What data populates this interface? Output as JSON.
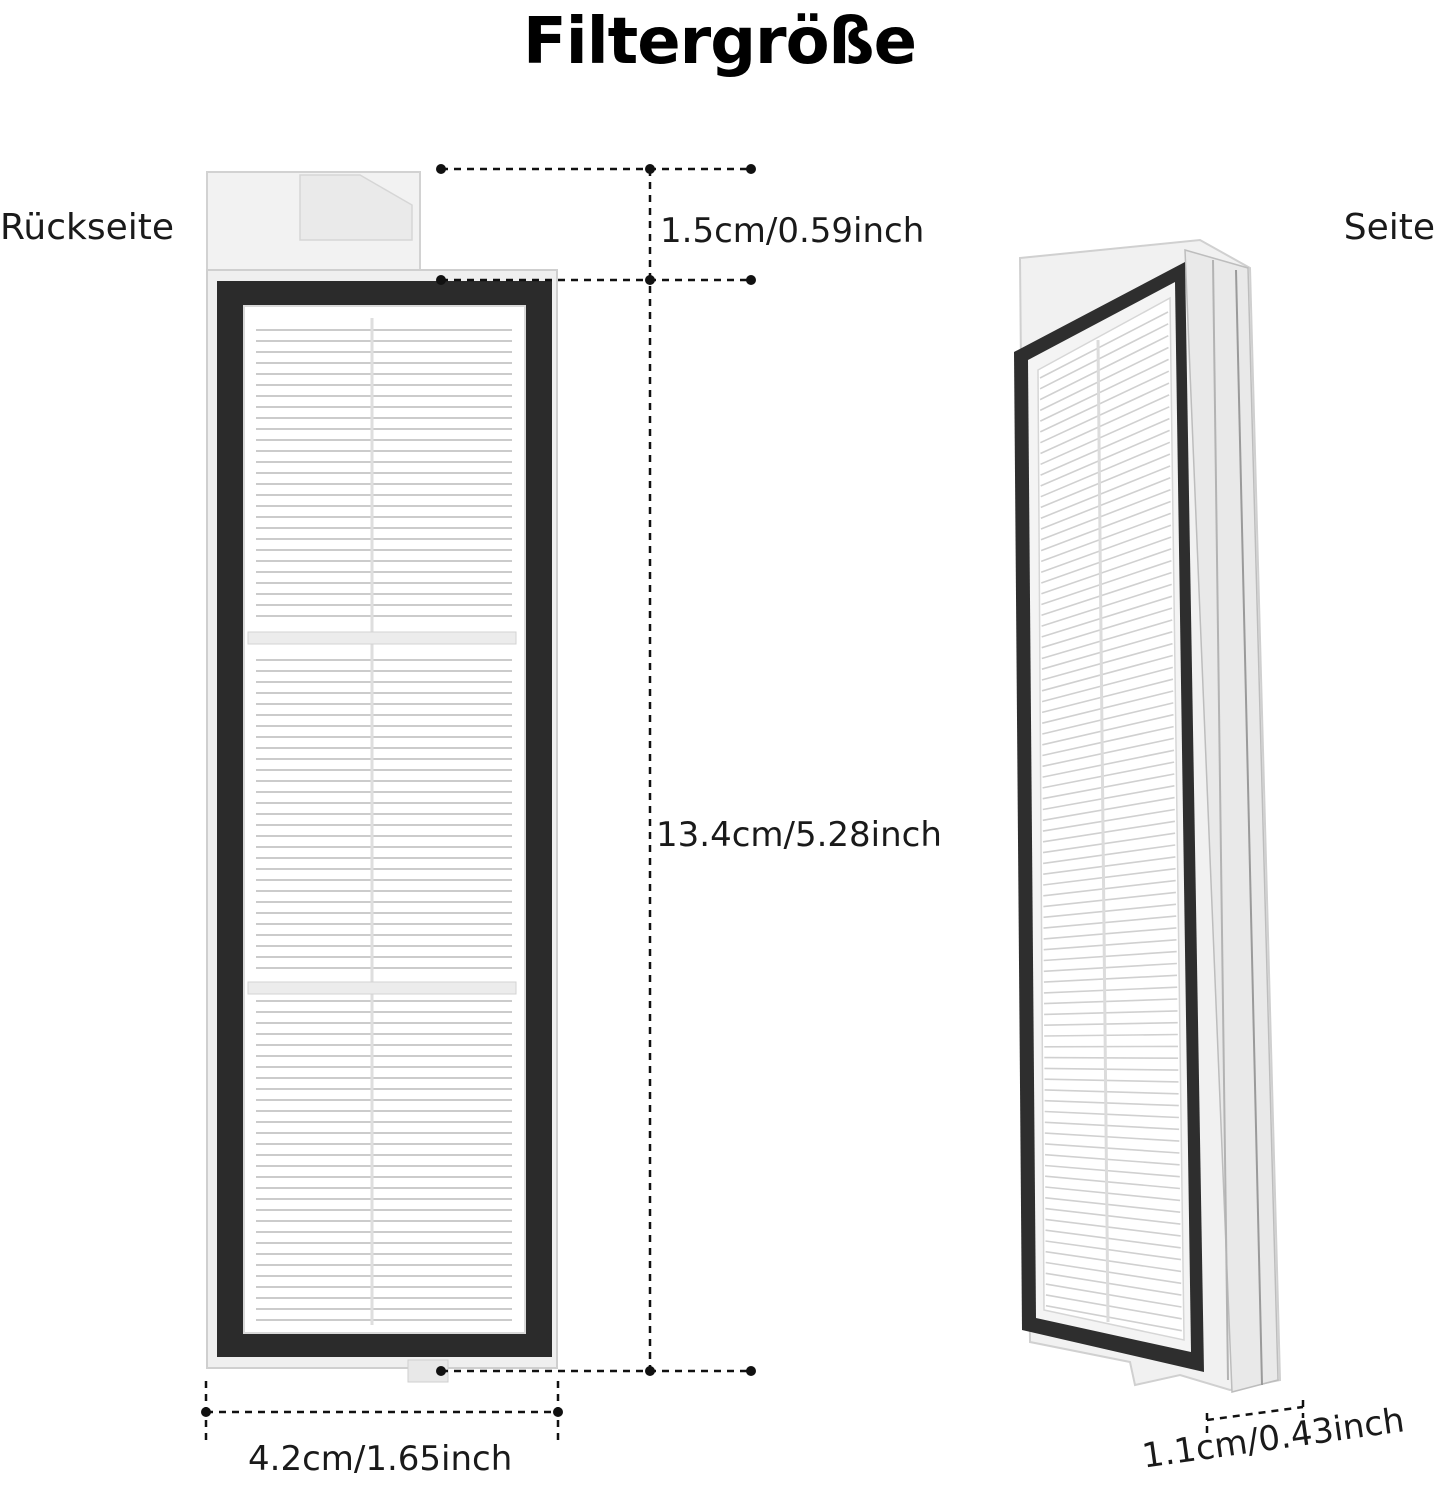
{
  "title": "Filtergröße",
  "labels": {
    "back": "Rückseite",
    "side": "Seite"
  },
  "dimensions": {
    "tab": "1.5cm/0.59inch",
    "height": "13.4cm/5.28inch",
    "width": "4.2cm/1.65inch",
    "depth": "1.1cm/0.43inch"
  },
  "colors": {
    "frame": "#2b2b2b",
    "pleat": "#ffffff",
    "pleat_line": "#c9c9c9",
    "housing": "#e6e6e6",
    "dimension_line": "#111111"
  }
}
